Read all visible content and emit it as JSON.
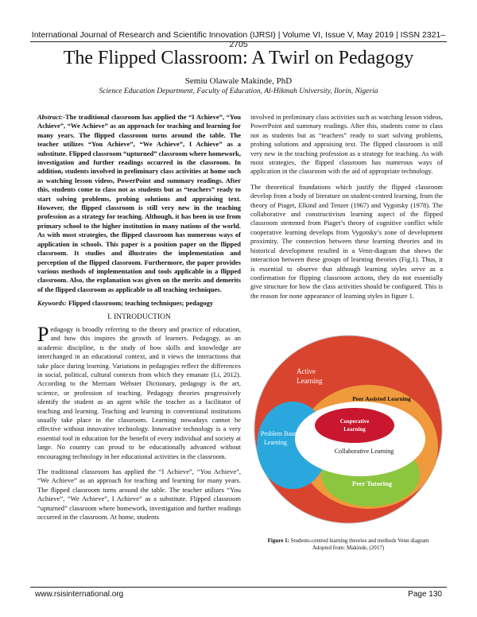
{
  "header": {
    "journal_line": "International Journal of Research and Scientific Innovation (IJRSI) | Volume VI, Issue V, May 2019 | ISSN 2321–2705"
  },
  "paper": {
    "title": "The Flipped Classroom: A Twirl on Pedagogy",
    "author": "Semiu Olawale Makinde, PhD",
    "affiliation": "Science Education Department, Faculty of Education, Al-Hikmah University, Ilorin, Nigeria"
  },
  "abstract": {
    "label": "Abstract:-",
    "text": "The traditional classroom has applied the “I Achieve”, “You Achieve”, “We Achieve” as an approach for teaching and learning for many years. The flipped classroom turns around the table. The teacher utilizes “You Achieve”, “We Achieve”, I Achieve” as a substitute. Flipped classroom “upturned” classroom where homework, investigation and further readings occurred in the classroom. In addition, students involved in preliminary class activities at home such as watching lesson videos, PowerPoint and summary readings. After this, students come to class not as students but as “teachers” ready to start solving problems, probing solutions and appraising text. However, the flipped classroom is still very new in the teaching profession as a strategy for teaching. Although, it has been in use from primary school to the higher institution in many nations of the world. As with most strategies, the flipped classroom has numerous ways of application in schools. This paper is a position paper on the flipped classroom. It studies and illustrates the implementation and perception of the flipped classroom. Furthermore, the paper provides various methods of implementation and tools applicable in a flipped classroom. Also, the explanation was given on the merits and demerits of the flipped classroom as applicable to all teaching techniques."
  },
  "keywords": {
    "label": "Keywords:",
    "text": " Flipped classroom; teaching techniques; pedagogy"
  },
  "section1": {
    "heading": "I. INTRODUCTION",
    "dropcap": "P",
    "para1": "edagogy is broadly referring to the theory and practice of education, and how this inspires the growth of learners. Pedagogy, as an academic discipline, is the study of how skills and knowledge are interchanged in an educational context, and it views the interactions that take place during learning. Variations in pedagogies reflect the differences in social, political, cultural contexts from which they emanate (Li, 2012). According to the Merriam Webster Dictionary, pedagogy is the art, science, or profession of teaching. Pedagogy theories progressively identify the student as an agent while the teacher as a facilitator of teaching and learning. Teaching and learning in conventional institutions usually take place in the classroom. Learning nowadays cannot be effective without innovative technology. Innovative technology is a very essential tool in education for the benefit of every individual and society at large. No country can proud to be educationally advanced without encouraging technology in her educational activities in the classroom.",
    "para2": "The traditional classroom has applied the “I Achieve”, “You Achieve”, “We Achieve” as an approach for teaching and learning for many years. The flipped classroom turns around the table. The teacher utilizes “You Achieve”, “We Achieve”, I Achieve” as a substitute. Flipped classroom “upturned” classroom where homework, investigation and further readings occurred in the classroom. At home, students"
  },
  "right_col": {
    "para1": "involved in preliminary class activities such as watching lesson videos, PowerPoint and summary readings. After this, students come to class not as students but as “teachers” ready to start solving problems, probing solutions and appraising text. The flipped classroom is still very new in the teaching profession as a strategy for teaching. As with most strategies, the flipped classroom has numerous ways of application in the classroom with the aid of appropriate technology.",
    "para2": "The theoretical foundations which justify the flipped classroom develop from a body of literature on student-centred learning, from the theory of Piaget, Elkind and Tenzer (1967) and Vygotsky (1978). The collaborative and constructivism learning aspect of the flipped classroom stemmed from Piaget’s theory of cognitive conflict while cooperative learning develops from Vygotsky’s zone of development proximity. The connection between these learning theories and its historical development resulted in a Venn-diagram that shows the interaction between these groups of learning theories (Fig.1). Thus, it is essential to observe that although learning styles serve as a confirmation for flipping classroom actions, they do not essentially give structure for how the class activities should be configured. This is the reason for none appearance of learning styles in figure 1."
  },
  "figure": {
    "labels": {
      "active": [
        "Active",
        "Learning"
      ],
      "peer_assisted": "Peer Assisted Learning",
      "cooperative": [
        "Cooperative",
        "Learning"
      ],
      "problem_based": [
        "Problem Based",
        "Learning"
      ],
      "collaborative": "Collaborative Learning",
      "peer_tutoring": "Peer Tutoring"
    },
    "colors": {
      "active": "#d9442e",
      "peer_assisted": "#ef9a3c",
      "problem_based": "#2aa8de",
      "peer_tutoring": "#8cc63f",
      "collaborative": "#ffffff",
      "cooperative": "#c8172f"
    },
    "caption_label": "Figure 1:",
    "caption_text": " Students-centred learning theories and methods Venn diagram",
    "caption_source": "Adopted from: Makinde, (2017)"
  },
  "footer": {
    "url": "www.rsisinternational.org",
    "page": "Page 130"
  }
}
